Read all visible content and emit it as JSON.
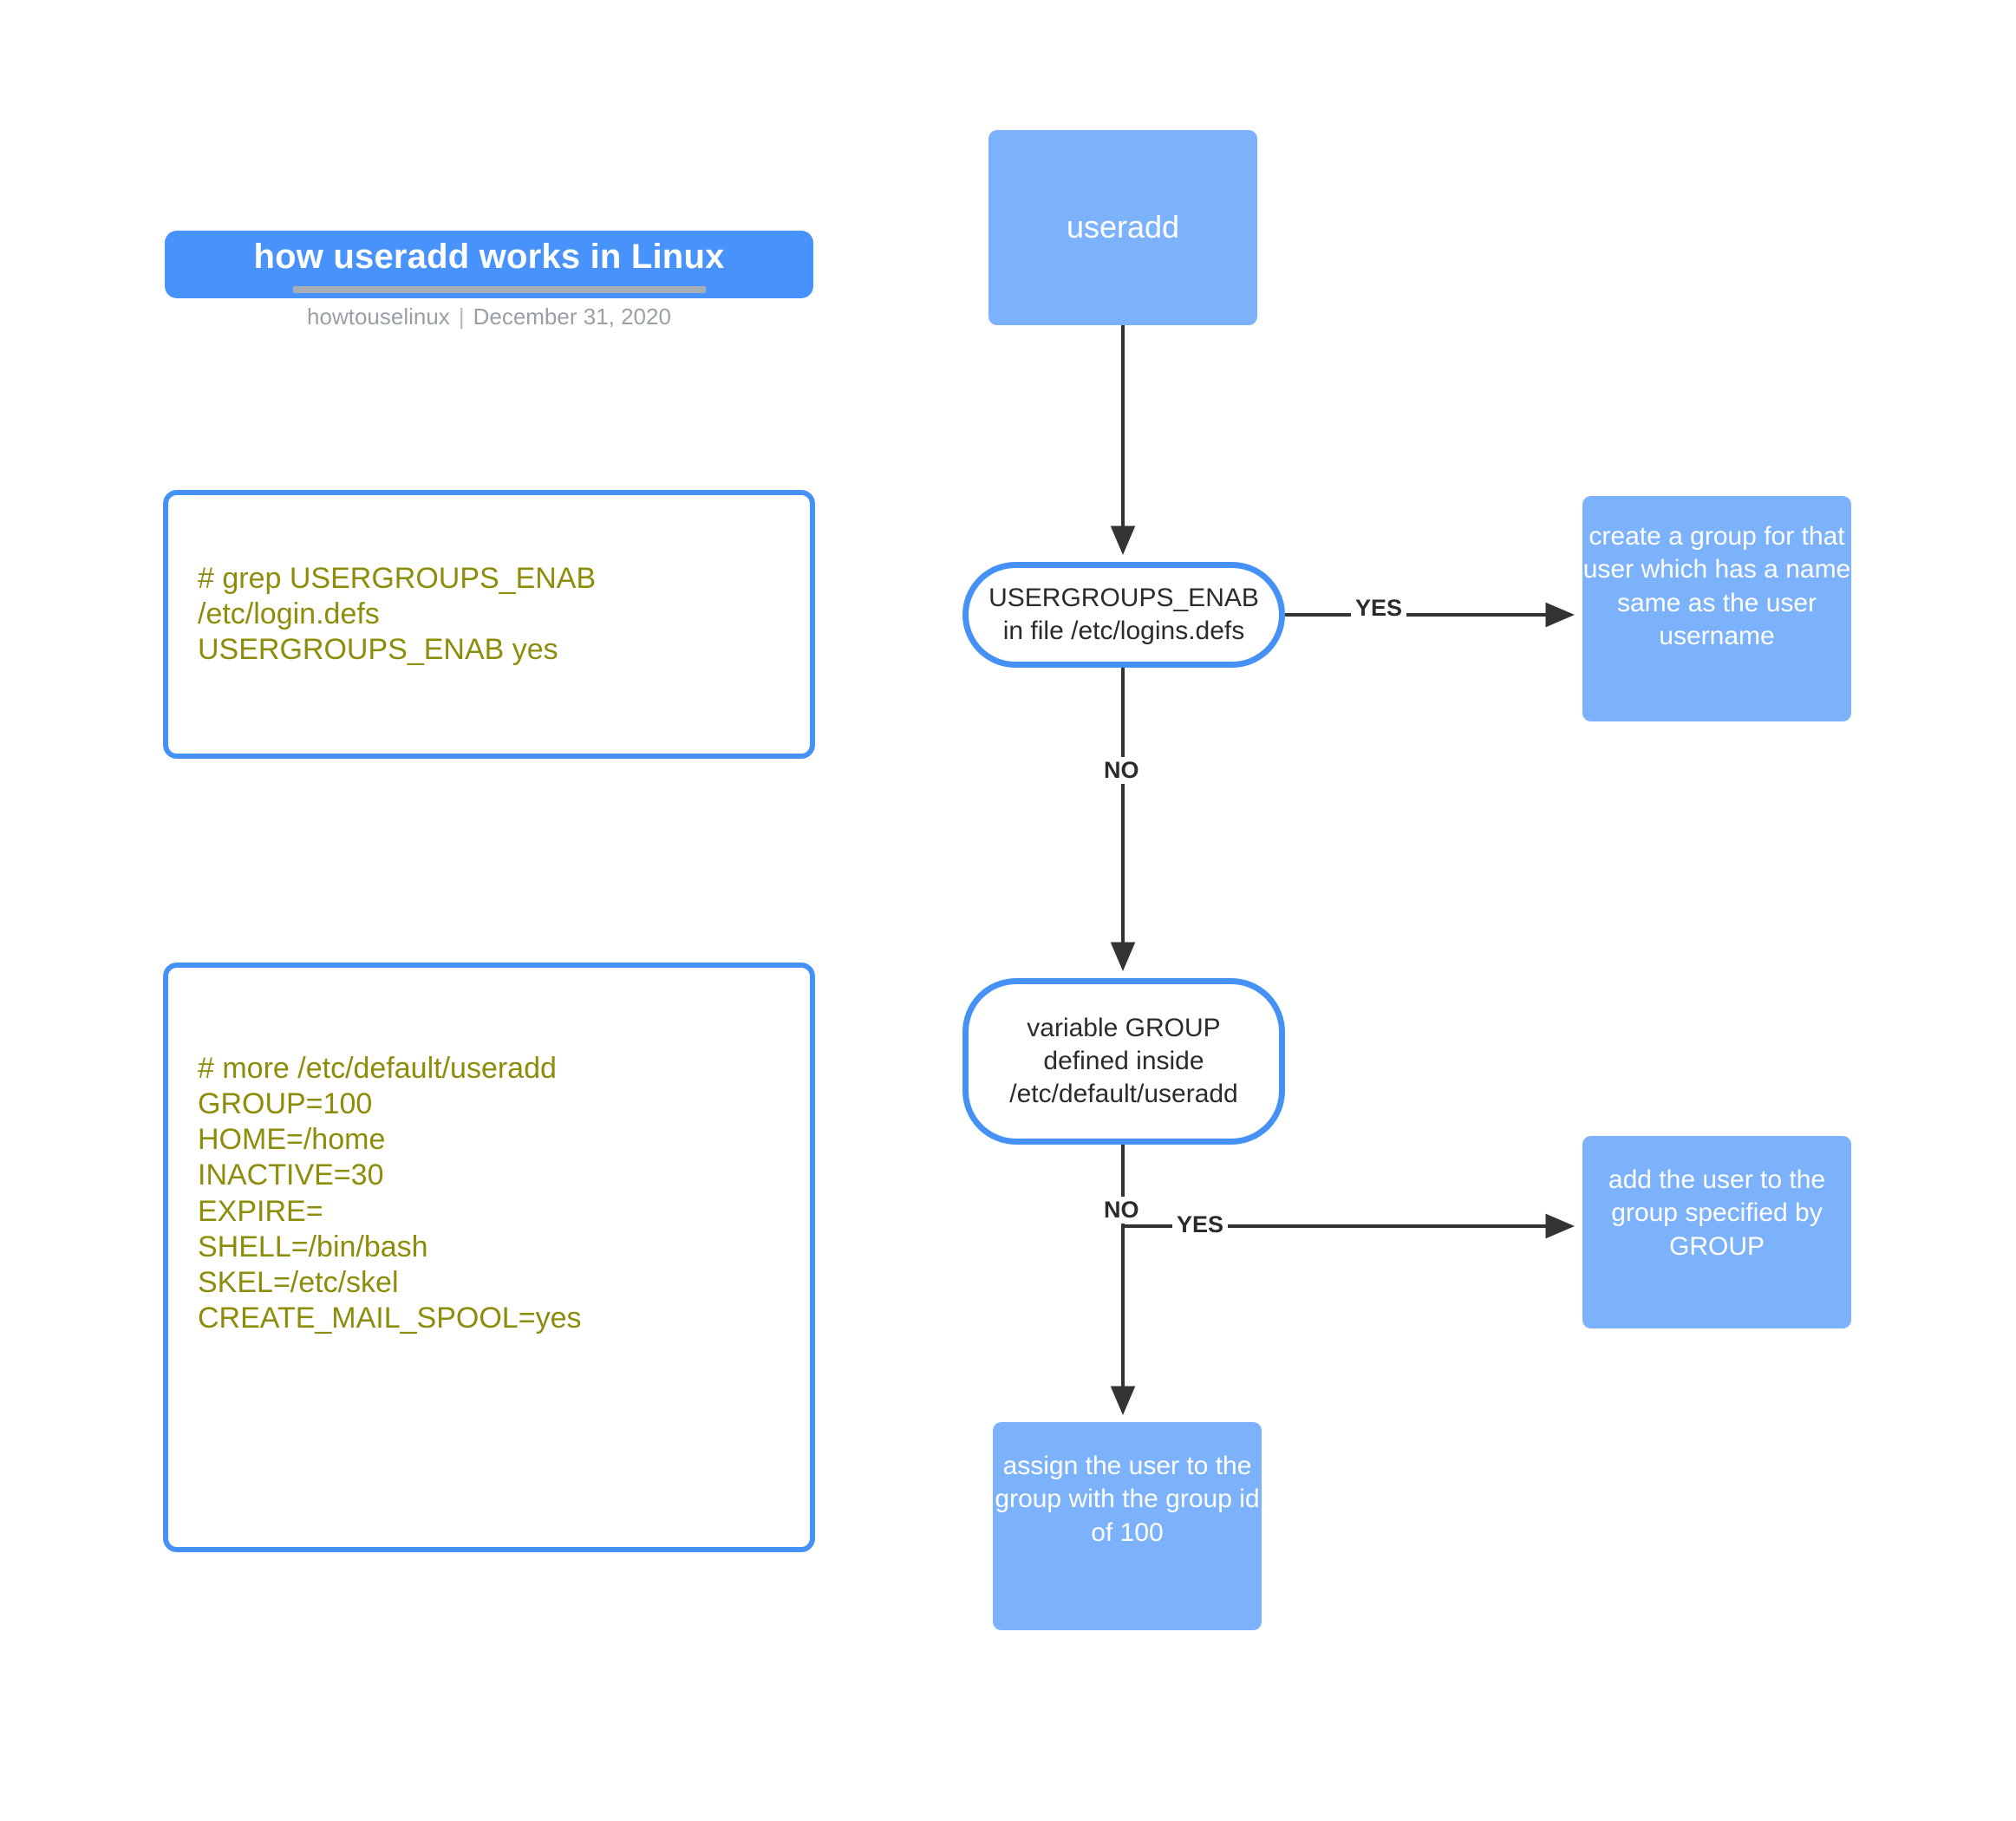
{
  "header": {
    "title": "how useradd works in Linux",
    "site": "howtouselinux",
    "separator": "|",
    "date": "December 31, 2020"
  },
  "code_blocks": [
    {
      "name": "grep-login-defs",
      "lines": "# grep USERGROUPS_ENAB\n/etc/login.defs\nUSERGROUPS_ENAB yes"
    },
    {
      "name": "more-default-useradd",
      "lines": "# more /etc/default/useradd\nGROUP=100\nHOME=/home\nINACTIVE=30\nEXPIRE=\nSHELL=/bin/bash\nSKEL=/etc/skel\nCREATE_MAIL_SPOOL=yes"
    }
  ],
  "flow": {
    "start": "useradd",
    "decision_1": "USERGROUPS_ENAB\nin file /etc/logins.defs",
    "decision_1_yes_label": "YES",
    "decision_1_no_label": "NO",
    "decision_1_yes_result": "create a group for that user which has a name same as the user username",
    "decision_2": "variable GROUP\ndefined inside\n/etc/default/useradd",
    "decision_2_yes_label": "YES",
    "decision_2_no_label": "NO",
    "decision_2_yes_result": "add the user to the group specified by GROUP",
    "decision_2_no_result": "assign the user to the group with the group id of 100"
  },
  "colors": {
    "banner_blue": "#4792fb",
    "node_fill_blue": "#7cb2fc",
    "border_blue": "#4691f6",
    "code_text_olive": "#8d8d0b",
    "arrow_gray": "#333333",
    "subtitle_gray": "#9aa0a6"
  }
}
